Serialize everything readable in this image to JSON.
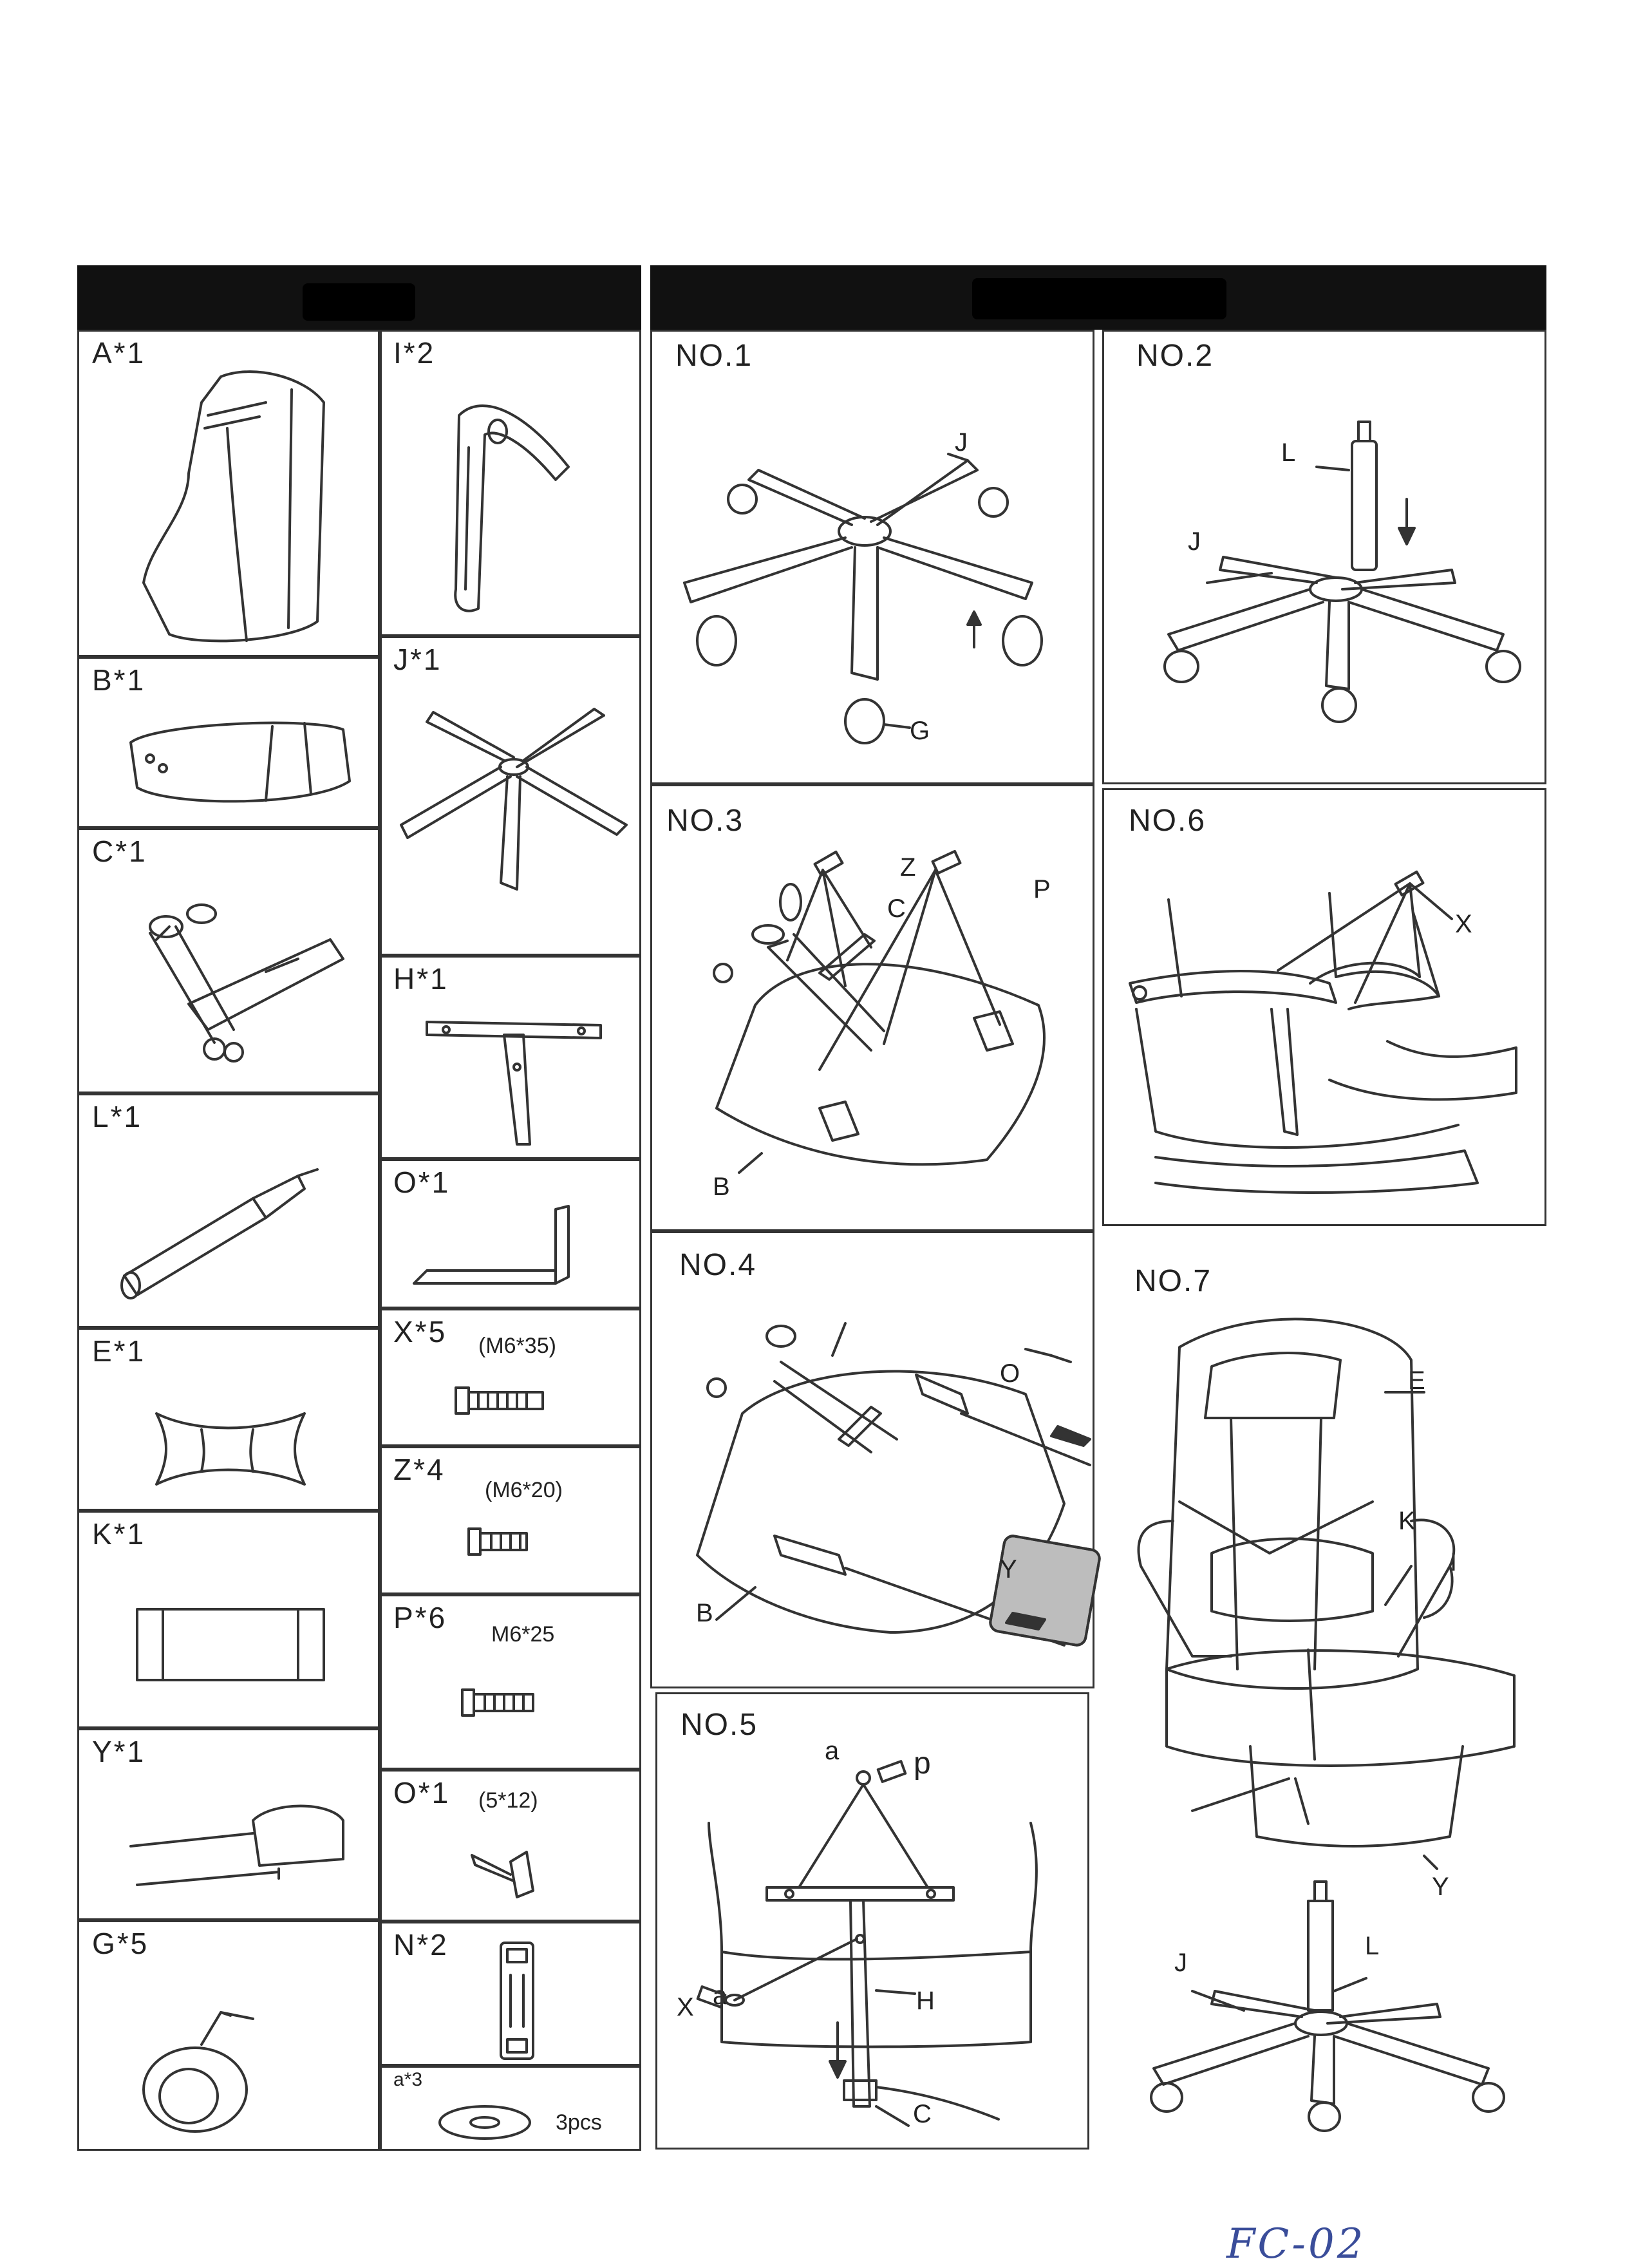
{
  "parts_list": {
    "header_redacted": true,
    "parts": [
      {
        "id": "A",
        "label": "A*1",
        "item": "backrest"
      },
      {
        "id": "B",
        "label": "B*1",
        "item": "seat"
      },
      {
        "id": "C",
        "label": "C*1",
        "item": "mechanism"
      },
      {
        "id": "L",
        "label": "L*1",
        "item": "gas-lift"
      },
      {
        "id": "E",
        "label": "E*1",
        "item": "headrest-pillow"
      },
      {
        "id": "K",
        "label": "K*1",
        "item": "lumbar-pillow"
      },
      {
        "id": "Y",
        "label": "Y*1",
        "item": "footrest"
      },
      {
        "id": "G",
        "label": "G*5",
        "item": "caster"
      },
      {
        "id": "I",
        "label": "I*2",
        "item": "armrest"
      },
      {
        "id": "J",
        "label": "J*1",
        "item": "base"
      },
      {
        "id": "H",
        "label": "H*1",
        "item": "t-bracket"
      },
      {
        "id": "O",
        "label": "O*1",
        "item": "allen-key"
      },
      {
        "id": "X",
        "label": "X*5",
        "spec": "(M6*35)",
        "item": "bolt"
      },
      {
        "id": "Z",
        "label": "Z*4",
        "spec": "(M6*20)",
        "item": "bolt"
      },
      {
        "id": "P",
        "label": "P*6",
        "spec": "M6*25",
        "item": "bolt"
      },
      {
        "id": "O2",
        "label": "O*1",
        "spec": "(5*12)",
        "item": "screw"
      },
      {
        "id": "N",
        "label": "N*2",
        "item": "clip"
      },
      {
        "id": "a",
        "label": "a*3",
        "spec": "3pcs",
        "item": "washer"
      }
    ]
  },
  "steps": {
    "header_redacted": true,
    "no1": {
      "title": "NO.1",
      "callouts": {
        "j": "J",
        "g": "G"
      }
    },
    "no2": {
      "title": "NO.2",
      "callouts": {
        "l": "L",
        "j": "J"
      }
    },
    "no3": {
      "title": "NO.3",
      "callouts": {
        "z": "Z",
        "p": "P",
        "c": "C",
        "b": "B"
      }
    },
    "no4": {
      "title": "NO.4",
      "callouts": {
        "o": "O",
        "b": "B",
        "y": "Y"
      }
    },
    "no5": {
      "title": "NO.5",
      "callouts": {
        "a_top": "a",
        "p": "p",
        "x": "X",
        "a_bot": "a",
        "h": "H",
        "c": "C"
      }
    },
    "no6": {
      "title": "NO.6",
      "callouts": {
        "x": "X"
      }
    },
    "no7": {
      "title": "NO.7",
      "callouts": {
        "e": "E",
        "k": "K",
        "i": "I",
        "y": "Y",
        "l": "L",
        "j": "J"
      }
    }
  },
  "footer": {
    "model_code": "FC-02",
    "ink_color": "#3a4d9a"
  }
}
